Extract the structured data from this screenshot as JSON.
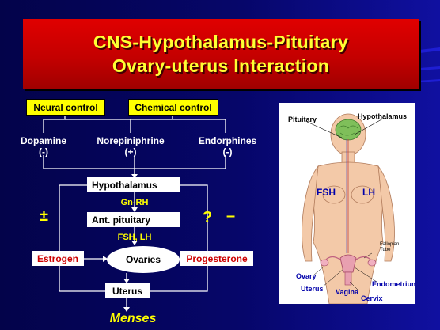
{
  "title": {
    "line1": "CNS-Hypothalamus-Pituitary",
    "line2": "Ovary-uterus Interaction"
  },
  "controls": {
    "neural": "Neural control",
    "chemical": "Chemical control"
  },
  "neurotransmitters": [
    {
      "name": "Dopamine",
      "effect": "(-)"
    },
    {
      "name": "Norepiniphrine",
      "effect": "(+)"
    },
    {
      "name": "Endorphines",
      "effect": "(-)"
    }
  ],
  "axis": {
    "hypothalamus": "Hypothalamus",
    "gnrh": "Gn-RH",
    "pituitary": "Ant. pituitary",
    "gonadotropins": "FSH, LH",
    "ovaries": "Ovaries",
    "estrogen": "Estrogen",
    "progesterone": "Progesterone",
    "uterus": "Uterus",
    "menses": "Menses"
  },
  "feedback": {
    "estrogen_symbol": "±",
    "progesterone_question": "?",
    "progesterone_symbol": "–"
  },
  "anatomy": {
    "pituitary": "Pituitary",
    "hypothalamus": "Hypothalamus",
    "fsh": "FSH",
    "lh": "LH",
    "fallopian": "Fallopian",
    "tube": "Tube",
    "ovary": "Ovary",
    "uterus": "Uterus",
    "endometrium": "Endometrium",
    "vagina": "Vagina",
    "cervix": "Cervix"
  },
  "colors": {
    "background": "#06065a",
    "title_bg": "#d00000",
    "title_text": "#ffff33",
    "highlight": "#ffff00",
    "hormone_text": "#cc0000"
  }
}
